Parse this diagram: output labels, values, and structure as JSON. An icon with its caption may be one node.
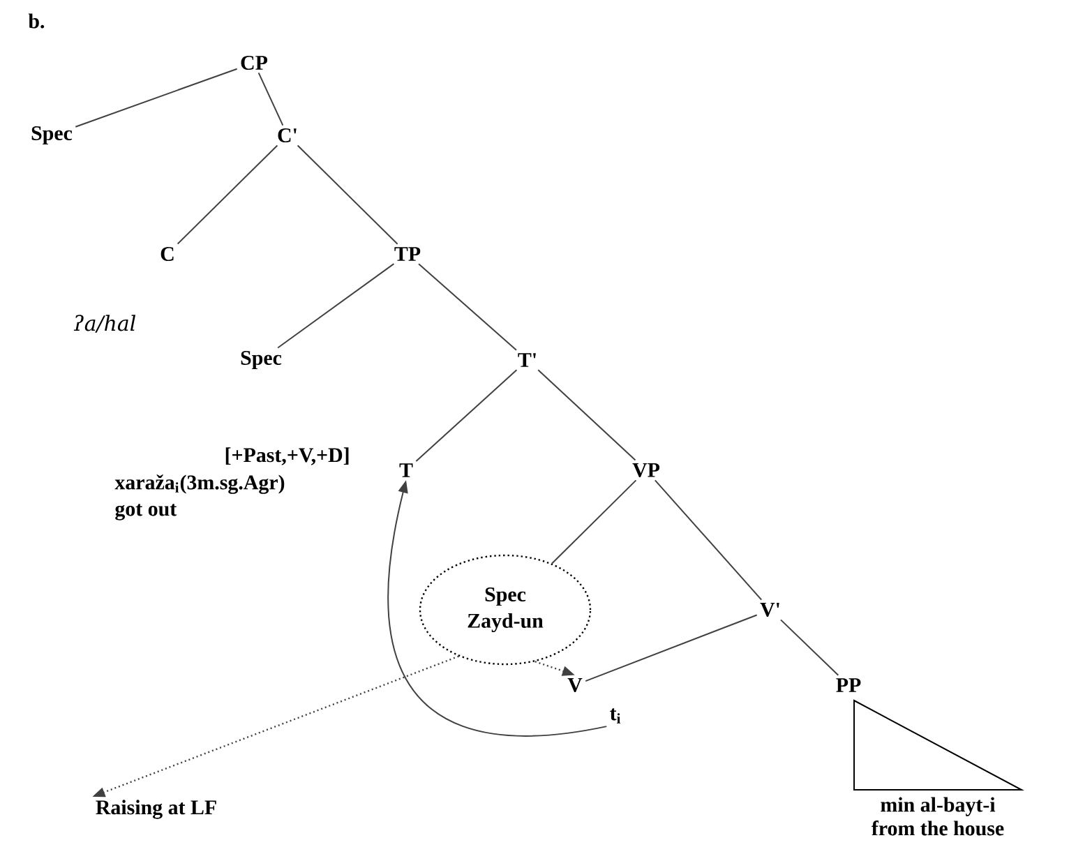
{
  "diagram": {
    "nodes": [
      {
        "text": [
          "CP"
        ]
      },
      {
        "text": [
          "Spec"
        ]
      },
      {
        "text": [
          "C'"
        ]
      },
      {
        "text": [
          "C"
        ]
      },
      {
        "text": [
          "TP"
        ]
      },
      {
        "text": [
          "Spec"
        ]
      },
      {
        "text": [
          "T'"
        ]
      },
      {
        "text": [
          "T"
        ],
        "beside": [
          "[+Past,+V,+D]",
          "xaraža$_{i}$(3m.sg.Agr)",
          "got out"
        ]
      },
      {
        "text": [
          "VP"
        ]
      },
      {
        "text": [
          "Spec",
          "Zayd-un"
        ]
      },
      {
        "text": [
          "V'"
        ]
      },
      {
        "text": [
          "V"
        ]
      },
      {
        "text": [
          "PP"
        ]
      },
      {
        "text": [
          "t$_{i}$"
        ]
      },
      {
        "text": [
          "min al-bayt-i",
          "from the house"
        ]
      },
      {
        "text": [
          "Raising at LF"
        ]
      }
    ],
    "edges": [
      {
        "from": 0,
        "to": 1,
        "arrow": "none"
      },
      {
        "from": 0,
        "to": 2,
        "arrow": "none"
      },
      {
        "from": 2,
        "to": 3,
        "arrow": "none"
      },
      {
        "from": 2,
        "to": 4,
        "arrow": "none"
      },
      {
        "from": 4,
        "to": 5,
        "arrow": "none"
      },
      {
        "from": 4,
        "to": 6,
        "arrow": "none"
      },
      {
        "from": 6,
        "to": 7,
        "arrow": "none"
      },
      {
        "from": 6,
        "to": 8,
        "arrow": "none"
      },
      {
        "from": 8,
        "to": 9,
        "arrow": "none"
      },
      {
        "from": 8,
        "to": 10,
        "arrow": "none"
      },
      {
        "from": 10,
        "to": 11,
        "arrow": "none"
      },
      {
        "from": 10,
        "to": 12,
        "arrow": "none"
      },
      {
        "from": 13,
        "to": 7,
        "arrow": "to"
      },
      {
        "from": 9,
        "to": 11,
        "arrow": "to",
        "style": "dashed"
      },
      {
        "from": 9,
        "to": 15,
        "arrow": "to",
        "style": "dashed"
      }
    ],
    "labels": [
      "b.",
      "ʔa/hal"
    ]
  }
}
